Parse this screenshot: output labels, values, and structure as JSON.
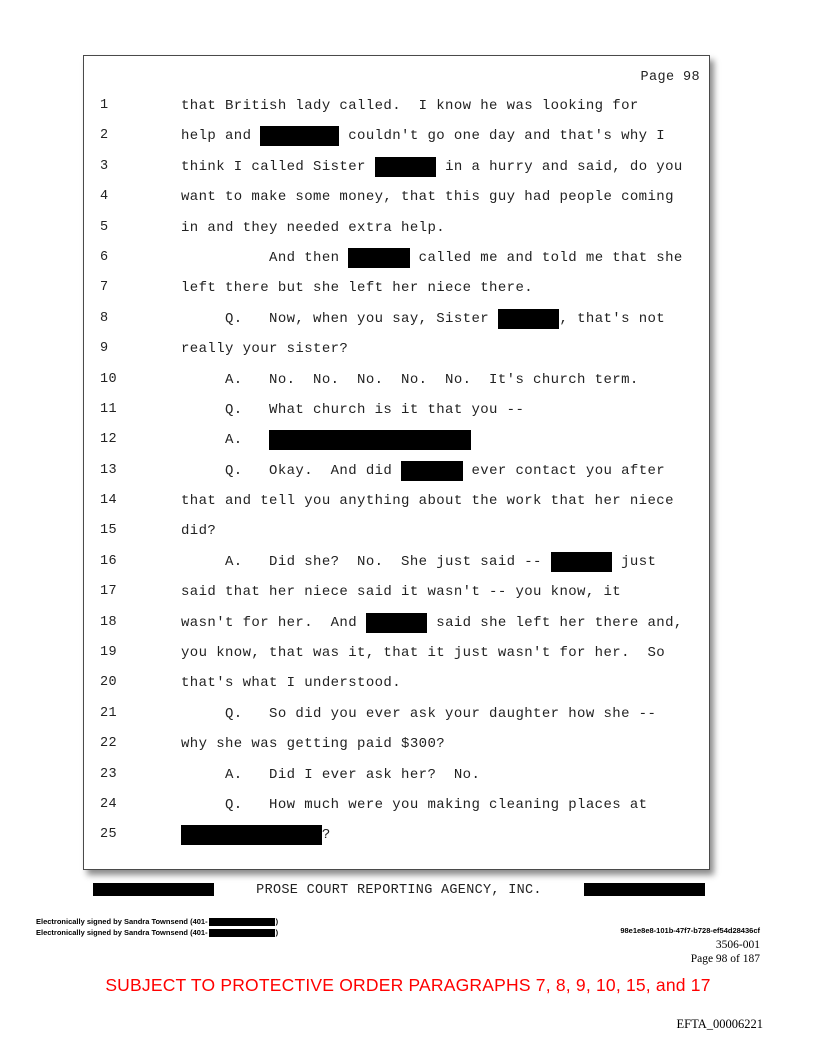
{
  "page": {
    "header": "Page 98"
  },
  "transcript": {
    "lines": [
      {
        "num": "1",
        "segs": [
          {
            "t": "that British lady called.  I know he was looking for"
          }
        ]
      },
      {
        "num": "2",
        "segs": [
          {
            "t": "help and "
          },
          {
            "r": 9
          },
          {
            "t": " couldn't go one day and that's why I"
          }
        ]
      },
      {
        "num": "3",
        "segs": [
          {
            "t": "think I called Sister "
          },
          {
            "r": 7
          },
          {
            "t": " in a hurry and said, do you"
          }
        ]
      },
      {
        "num": "4",
        "segs": [
          {
            "t": "want to make some money, that this guy had people coming"
          }
        ]
      },
      {
        "num": "5",
        "segs": [
          {
            "t": "in and they needed extra help."
          }
        ]
      },
      {
        "num": "6",
        "segs": [
          {
            "t": "          And then "
          },
          {
            "r": 7
          },
          {
            "t": " called me and told me that she"
          }
        ]
      },
      {
        "num": "7",
        "segs": [
          {
            "t": "left there but she left her niece there."
          }
        ]
      },
      {
        "num": "8",
        "segs": [
          {
            "t": "     Q.   Now, when you say, Sister "
          },
          {
            "r": 7
          },
          {
            "t": ", that's not"
          }
        ]
      },
      {
        "num": "9",
        "segs": [
          {
            "t": "really your sister?"
          }
        ]
      },
      {
        "num": "10",
        "segs": [
          {
            "t": "     A.   No.  No.  No.  No.  No.  It's church term."
          }
        ]
      },
      {
        "num": "11",
        "segs": [
          {
            "t": "     Q.   What church is it that you --"
          }
        ]
      },
      {
        "num": "12",
        "segs": [
          {
            "t": "     A.   "
          },
          {
            "r": 23
          }
        ]
      },
      {
        "num": "13",
        "segs": [
          {
            "t": "     Q.   Okay.  And did "
          },
          {
            "r": 7
          },
          {
            "t": " ever contact you after"
          }
        ]
      },
      {
        "num": "14",
        "segs": [
          {
            "t": "that and tell you anything about the work that her niece"
          }
        ]
      },
      {
        "num": "15",
        "segs": [
          {
            "t": "did?"
          }
        ]
      },
      {
        "num": "16",
        "segs": [
          {
            "t": "     A.   Did she?  No.  She just said -- "
          },
          {
            "r": 7
          },
          {
            "t": " just"
          }
        ]
      },
      {
        "num": "17",
        "segs": [
          {
            "t": "said that her niece said it wasn't -- you know, it"
          }
        ]
      },
      {
        "num": "18",
        "segs": [
          {
            "t": "wasn't for her.  And "
          },
          {
            "r": 7
          },
          {
            "t": " said she left her there and,"
          }
        ]
      },
      {
        "num": "19",
        "segs": [
          {
            "t": "you know, that was it, that it just wasn't for her.  So"
          }
        ]
      },
      {
        "num": "20",
        "segs": [
          {
            "t": "that's what I understood."
          }
        ]
      },
      {
        "num": "21",
        "segs": [
          {
            "t": "     Q.   So did you ever ask your daughter how she --"
          }
        ]
      },
      {
        "num": "22",
        "segs": [
          {
            "t": "why she was getting paid $300?"
          }
        ]
      },
      {
        "num": "23",
        "segs": [
          {
            "t": "     A.   Did I ever ask her?  No."
          }
        ]
      },
      {
        "num": "24",
        "segs": [
          {
            "t": "     Q.   How much were you making cleaning places at"
          }
        ]
      },
      {
        "num": "25",
        "segs": [
          {
            "r": 16
          },
          {
            "t": "?"
          }
        ]
      }
    ]
  },
  "footer": {
    "agency": "PROSE COURT REPORTING AGENCY, INC.",
    "signature_prefix": "Electronically signed by Sandra Townsend (401-",
    "signature_close": ")",
    "hash": "98e1e8e8-101b-47f7-b728-ef54d28436cf",
    "case_number": "3506-001",
    "page_of": "Page 98 of 187",
    "protective_order": "SUBJECT TO PROTECTIVE ORDER PARAGRAPHS 7, 8, 9, 10, 15, and 17",
    "protective_color": "#ff0000",
    "bates": "EFTA_00006221"
  }
}
